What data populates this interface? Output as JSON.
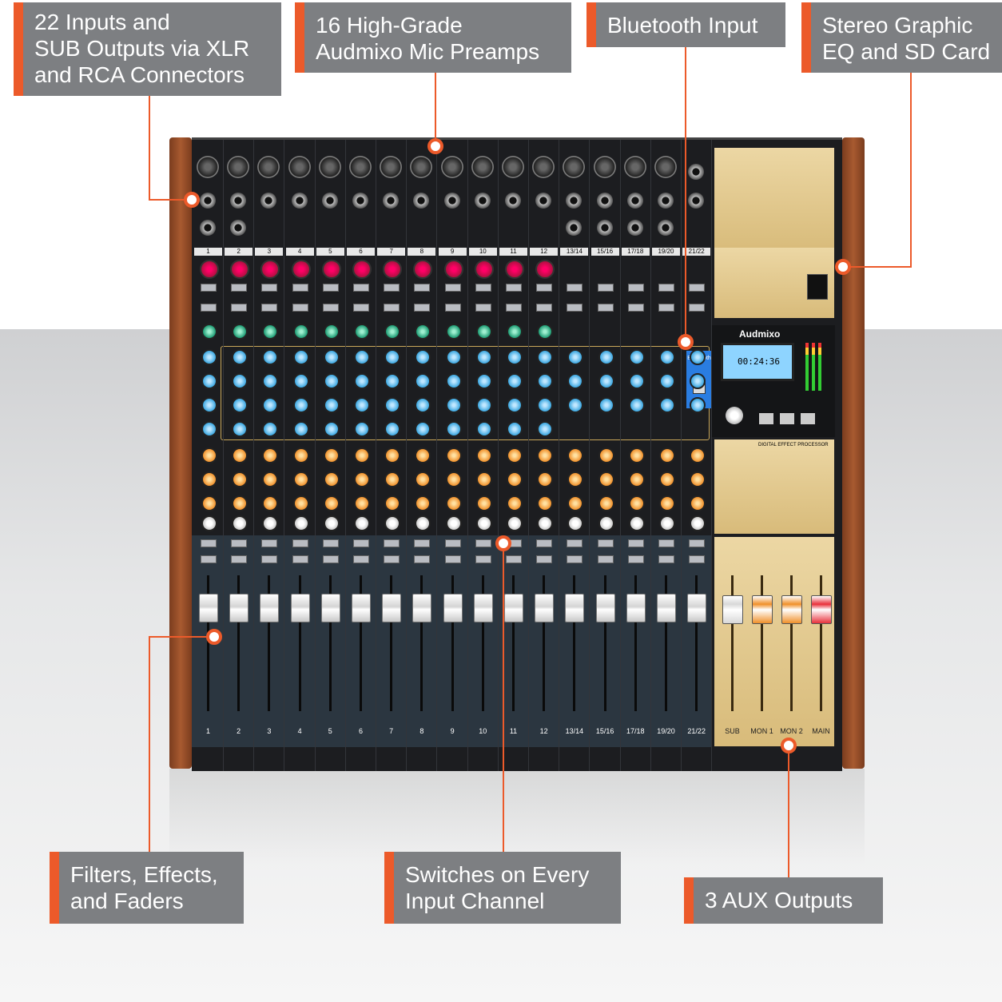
{
  "callouts": {
    "inputs": [
      "22 Inputs and",
      "SUB Outputs via XLR",
      "and RCA Connectors"
    ],
    "preamps": [
      "16 High-Grade",
      "Audmixo Mic Preamps"
    ],
    "bluetooth": [
      "Bluetooth Input"
    ],
    "eq": [
      "Stereo Graphic",
      "EQ and SD Card"
    ],
    "filters": [
      "Filters, Effects,",
      "and Faders"
    ],
    "switches": [
      "Switches on Every",
      "Input Channel"
    ],
    "aux": [
      "3 AUX Outputs"
    ]
  },
  "mixer": {
    "brand": "Audmixo",
    "display_time": "00:24:36",
    "bluetooth_label": "Bluetooth",
    "effect_title": "DIGITAL EFFECT PROCESSOR",
    "channels": [
      "1",
      "2",
      "3",
      "4",
      "5",
      "6",
      "7",
      "8",
      "9",
      "10",
      "11",
      "12",
      "13/14",
      "15/16",
      "17/18",
      "19/20",
      "21/22"
    ],
    "masters": [
      "SUB",
      "MON 1",
      "MON 2",
      "MAIN"
    ]
  },
  "colors": {
    "accent": "#ec5a2a",
    "callout_bg": "#7d7f82"
  }
}
